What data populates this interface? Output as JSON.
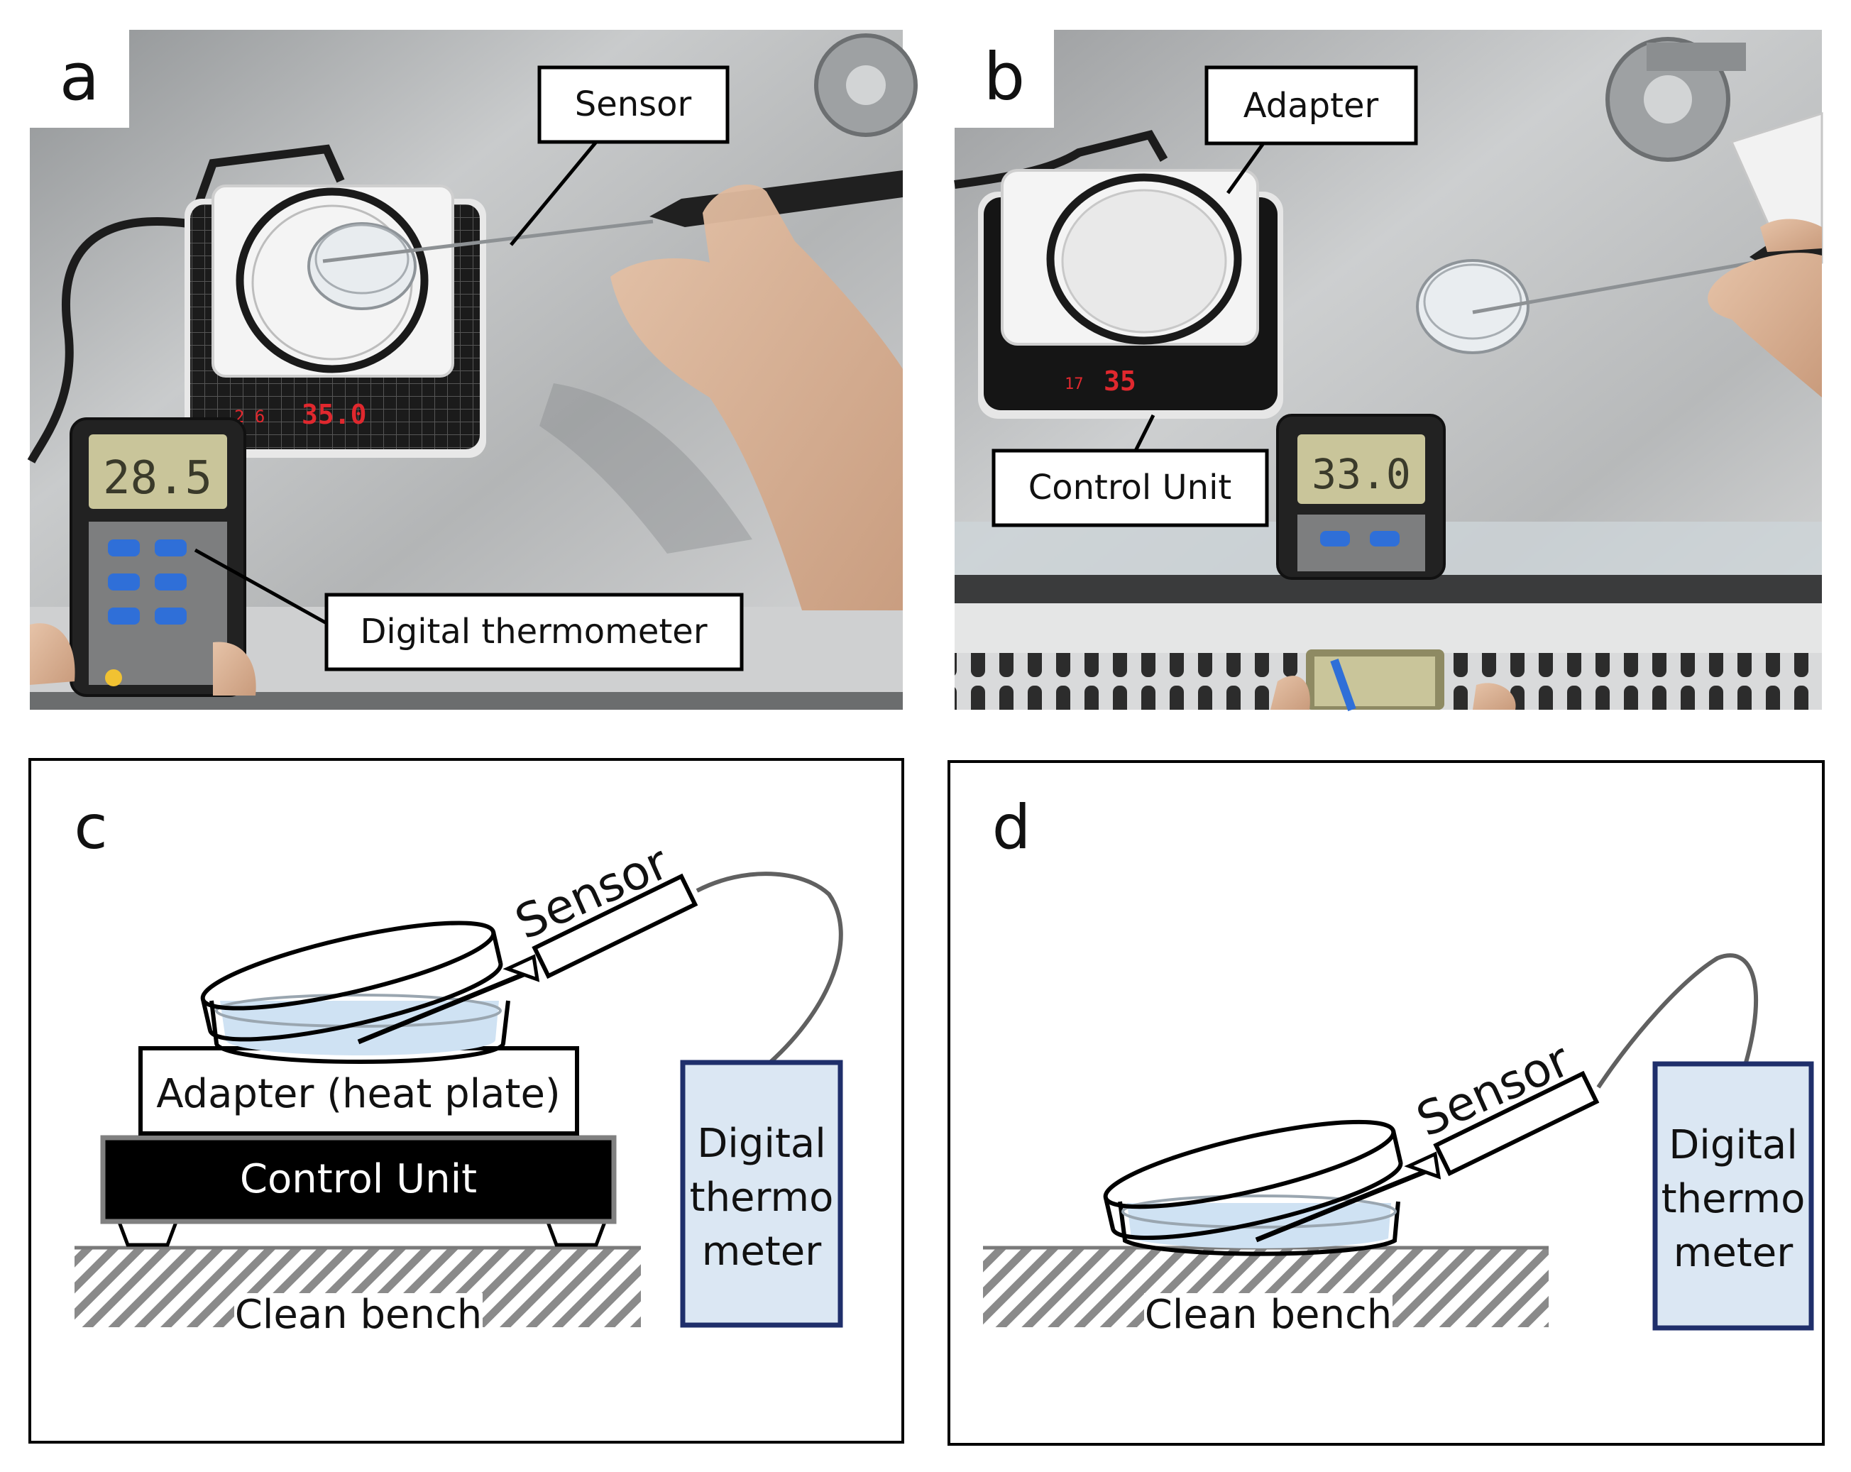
{
  "panels": {
    "a": {
      "letter": "a",
      "callouts": {
        "sensor": "Sensor",
        "thermometer": "Digital thermometer"
      },
      "readouts": {
        "plate": "35.0",
        "thermometer": "28.5"
      }
    },
    "b": {
      "letter": "b",
      "callouts": {
        "adapter": "Adapter",
        "control_unit": "Control Unit"
      },
      "readouts": {
        "plate": "35",
        "thermometer": "33.0"
      }
    },
    "c": {
      "letter": "c",
      "sensor": "Sensor",
      "adapter": "Adapter (heat plate)",
      "control_unit": "Control Unit",
      "bench": "Clean bench",
      "thermometer": [
        "Digital",
        "thermo",
        "meter"
      ]
    },
    "d": {
      "letter": "d",
      "sensor": "Sensor",
      "bench": "Clean bench",
      "thermometer": [
        "Digital",
        "thermo",
        "meter"
      ]
    }
  },
  "colors": {
    "steel": "#b9bbbc",
    "liquid": "#cfe2f3",
    "thermo_fill": "#dbe7f3",
    "thermo_border": "#1f2f6b",
    "lcd": "#c9c59a",
    "led_red": "#e0282e"
  }
}
